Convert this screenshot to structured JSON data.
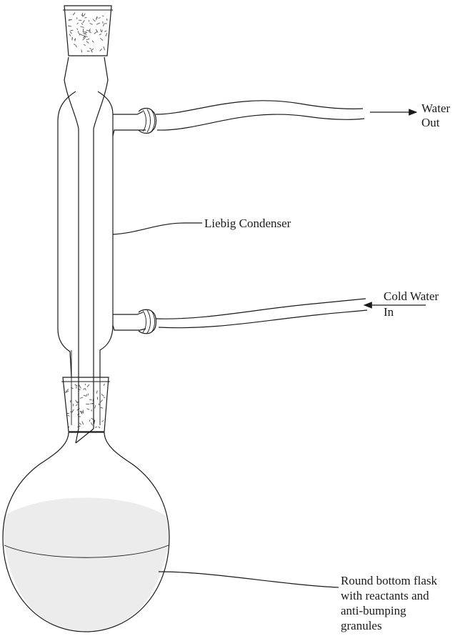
{
  "labels": {
    "water_out_line1": "Water",
    "water_out_line2": "Out",
    "cold_water_line1": "Cold Water",
    "cold_water_line2": "In",
    "condenser": "Liebig Condenser",
    "flask_line1": "Round bottom flask",
    "flask_line2": "with reactants and",
    "flask_line3": "anti-bumping",
    "flask_line4": "granules"
  },
  "colors": {
    "stroke": "#1a1a1a",
    "liquid": "#ececec",
    "glass": "#ffffff",
    "stopper_speckle": "#555555"
  }
}
